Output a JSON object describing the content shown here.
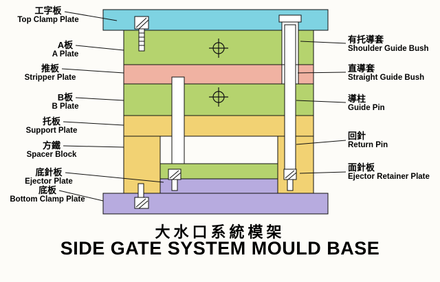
{
  "title": {
    "zh": "大水口系統模架",
    "en": "SIDE GATE SYSTEM MOULD BASE"
  },
  "labels_left": [
    {
      "zh": "工字板",
      "en": "Top Clamp Plate"
    },
    {
      "zh": "A板",
      "en": "A Plate"
    },
    {
      "zh": "推板",
      "en": "Stripper Plate"
    },
    {
      "zh": "B板",
      "en": "B Plate"
    },
    {
      "zh": "托板",
      "en": "Support Plate"
    },
    {
      "zh": "方鐵",
      "en": "Spacer Block"
    },
    {
      "zh": "底針板",
      "en": "Ejector Plate"
    },
    {
      "zh": "底板",
      "en": "Bottom Clamp Plate"
    }
  ],
  "labels_right": [
    {
      "zh": "有托導套",
      "en": "Shoulder Guide Bush"
    },
    {
      "zh": "直導套",
      "en": "Straight Guide Bush"
    },
    {
      "zh": "導柱",
      "en": "Guide Pin"
    },
    {
      "zh": "回針",
      "en": "Return Pin"
    },
    {
      "zh": "面針板",
      "en": "Ejector Retainer Plate"
    }
  ],
  "colors": {
    "top_clamp_cyan": "#7ed3e2",
    "plate_green": "#b5d36e",
    "stripper_pink": "#f0b2a2",
    "support_yellow": "#f2d273",
    "clamp_purple": "#b7abdf",
    "metal_white": "#ffffff",
    "line_black": "#111111"
  }
}
